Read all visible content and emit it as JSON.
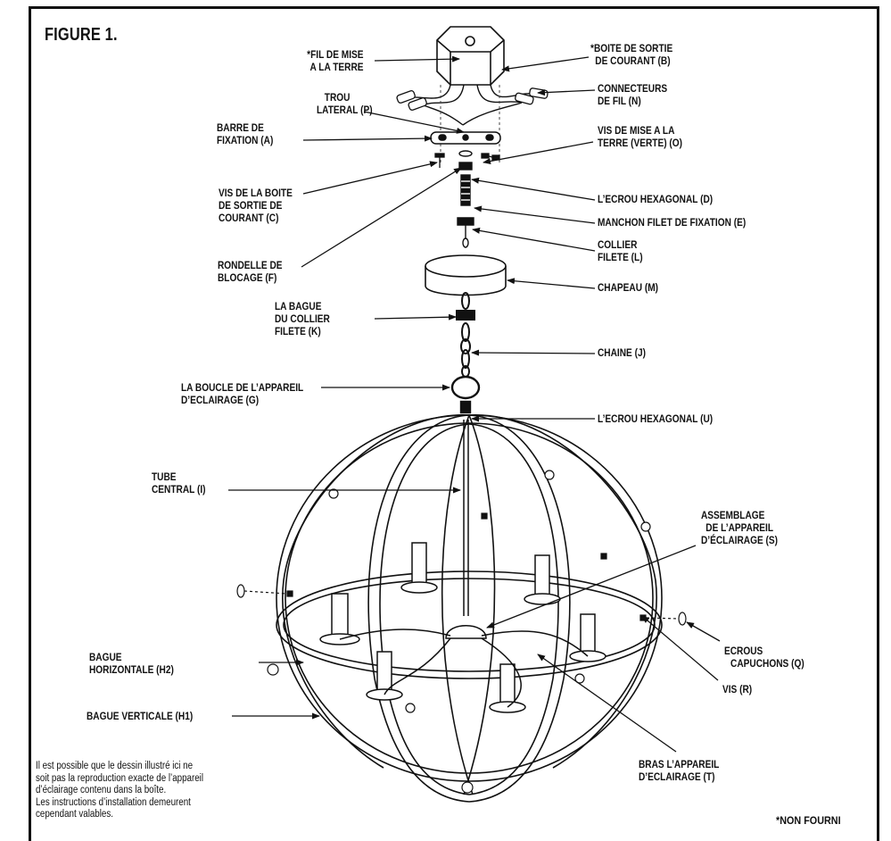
{
  "figure_title": "FIGURE 1.",
  "labels": {
    "ground_wire": [
      "*FIL DE MISE",
      "A LA TERRE"
    ],
    "outlet_box": [
      "*BOITE DE SORTIE",
      "DE COURANT (B)"
    ],
    "wire_connectors": [
      "CONNECTEURS",
      "DE FIL (N)"
    ],
    "side_hole": [
      "TROU",
      "LATERAL (P)"
    ],
    "mounting_bar": [
      "BARRE DE",
      "FIXATION (A)"
    ],
    "ground_screw": [
      "VIS DE MISE A LA",
      "TERRE (VERTE) (O)"
    ],
    "outlet_box_screw": [
      "VIS DE LA BOITE",
      "DE SORTIE DE",
      "COURANT (C)"
    ],
    "hex_nut_d": [
      "L’ECROU HEXAGONAL (D)"
    ],
    "threaded_sleeve": [
      "MANCHON FILET DE FIXATION (E)"
    ],
    "threaded_collar": [
      "COLLIER",
      "FILETE (L)"
    ],
    "lock_washer": [
      "RONDELLE DE",
      "BLOCAGE (F)"
    ],
    "canopy": [
      "CHAPEAU (M)"
    ],
    "collar_ring": [
      "LA BAGUE",
      "DU COLLIER",
      "FILETE (K)"
    ],
    "chain": [
      "CHAINE (J)"
    ],
    "fixture_loop": [
      "LA BOUCLE DE L’APPAREIL",
      "D’ECLAIRAGE (G)"
    ],
    "hex_nut_u": [
      "L’ECROU HEXAGONAL (U)"
    ],
    "center_tube": [
      "TUBE",
      "CENTRAL (I)"
    ],
    "fixture_assembly": [
      "ASSEMBLAGE",
      "DE L’APPAREIL",
      "D’ÉCLAIRAGE (S)"
    ],
    "cap_nuts": [
      "ECROUS",
      "CAPUCHONS (Q)"
    ],
    "horizontal_ring": [
      "BAGUE",
      "HORIZONTALE (H2)"
    ],
    "screw_r": [
      "VIS (R)"
    ],
    "vertical_ring": [
      "BAGUE VERTICALE (H1)"
    ],
    "fixture_arm": [
      "BRAS L’APPAREIL",
      "D’ECLAIRAGE (T)"
    ]
  },
  "note": [
    "Il est possible que le dessin illustré ici ne",
    "soit pas la reproduction exacte de l’appareil",
    "d’éclairage contenu dans la boîte.",
    "Les instructions d’installation demeurent",
    "cependant valables."
  ],
  "not_supplied": "*NON FOURNI"
}
